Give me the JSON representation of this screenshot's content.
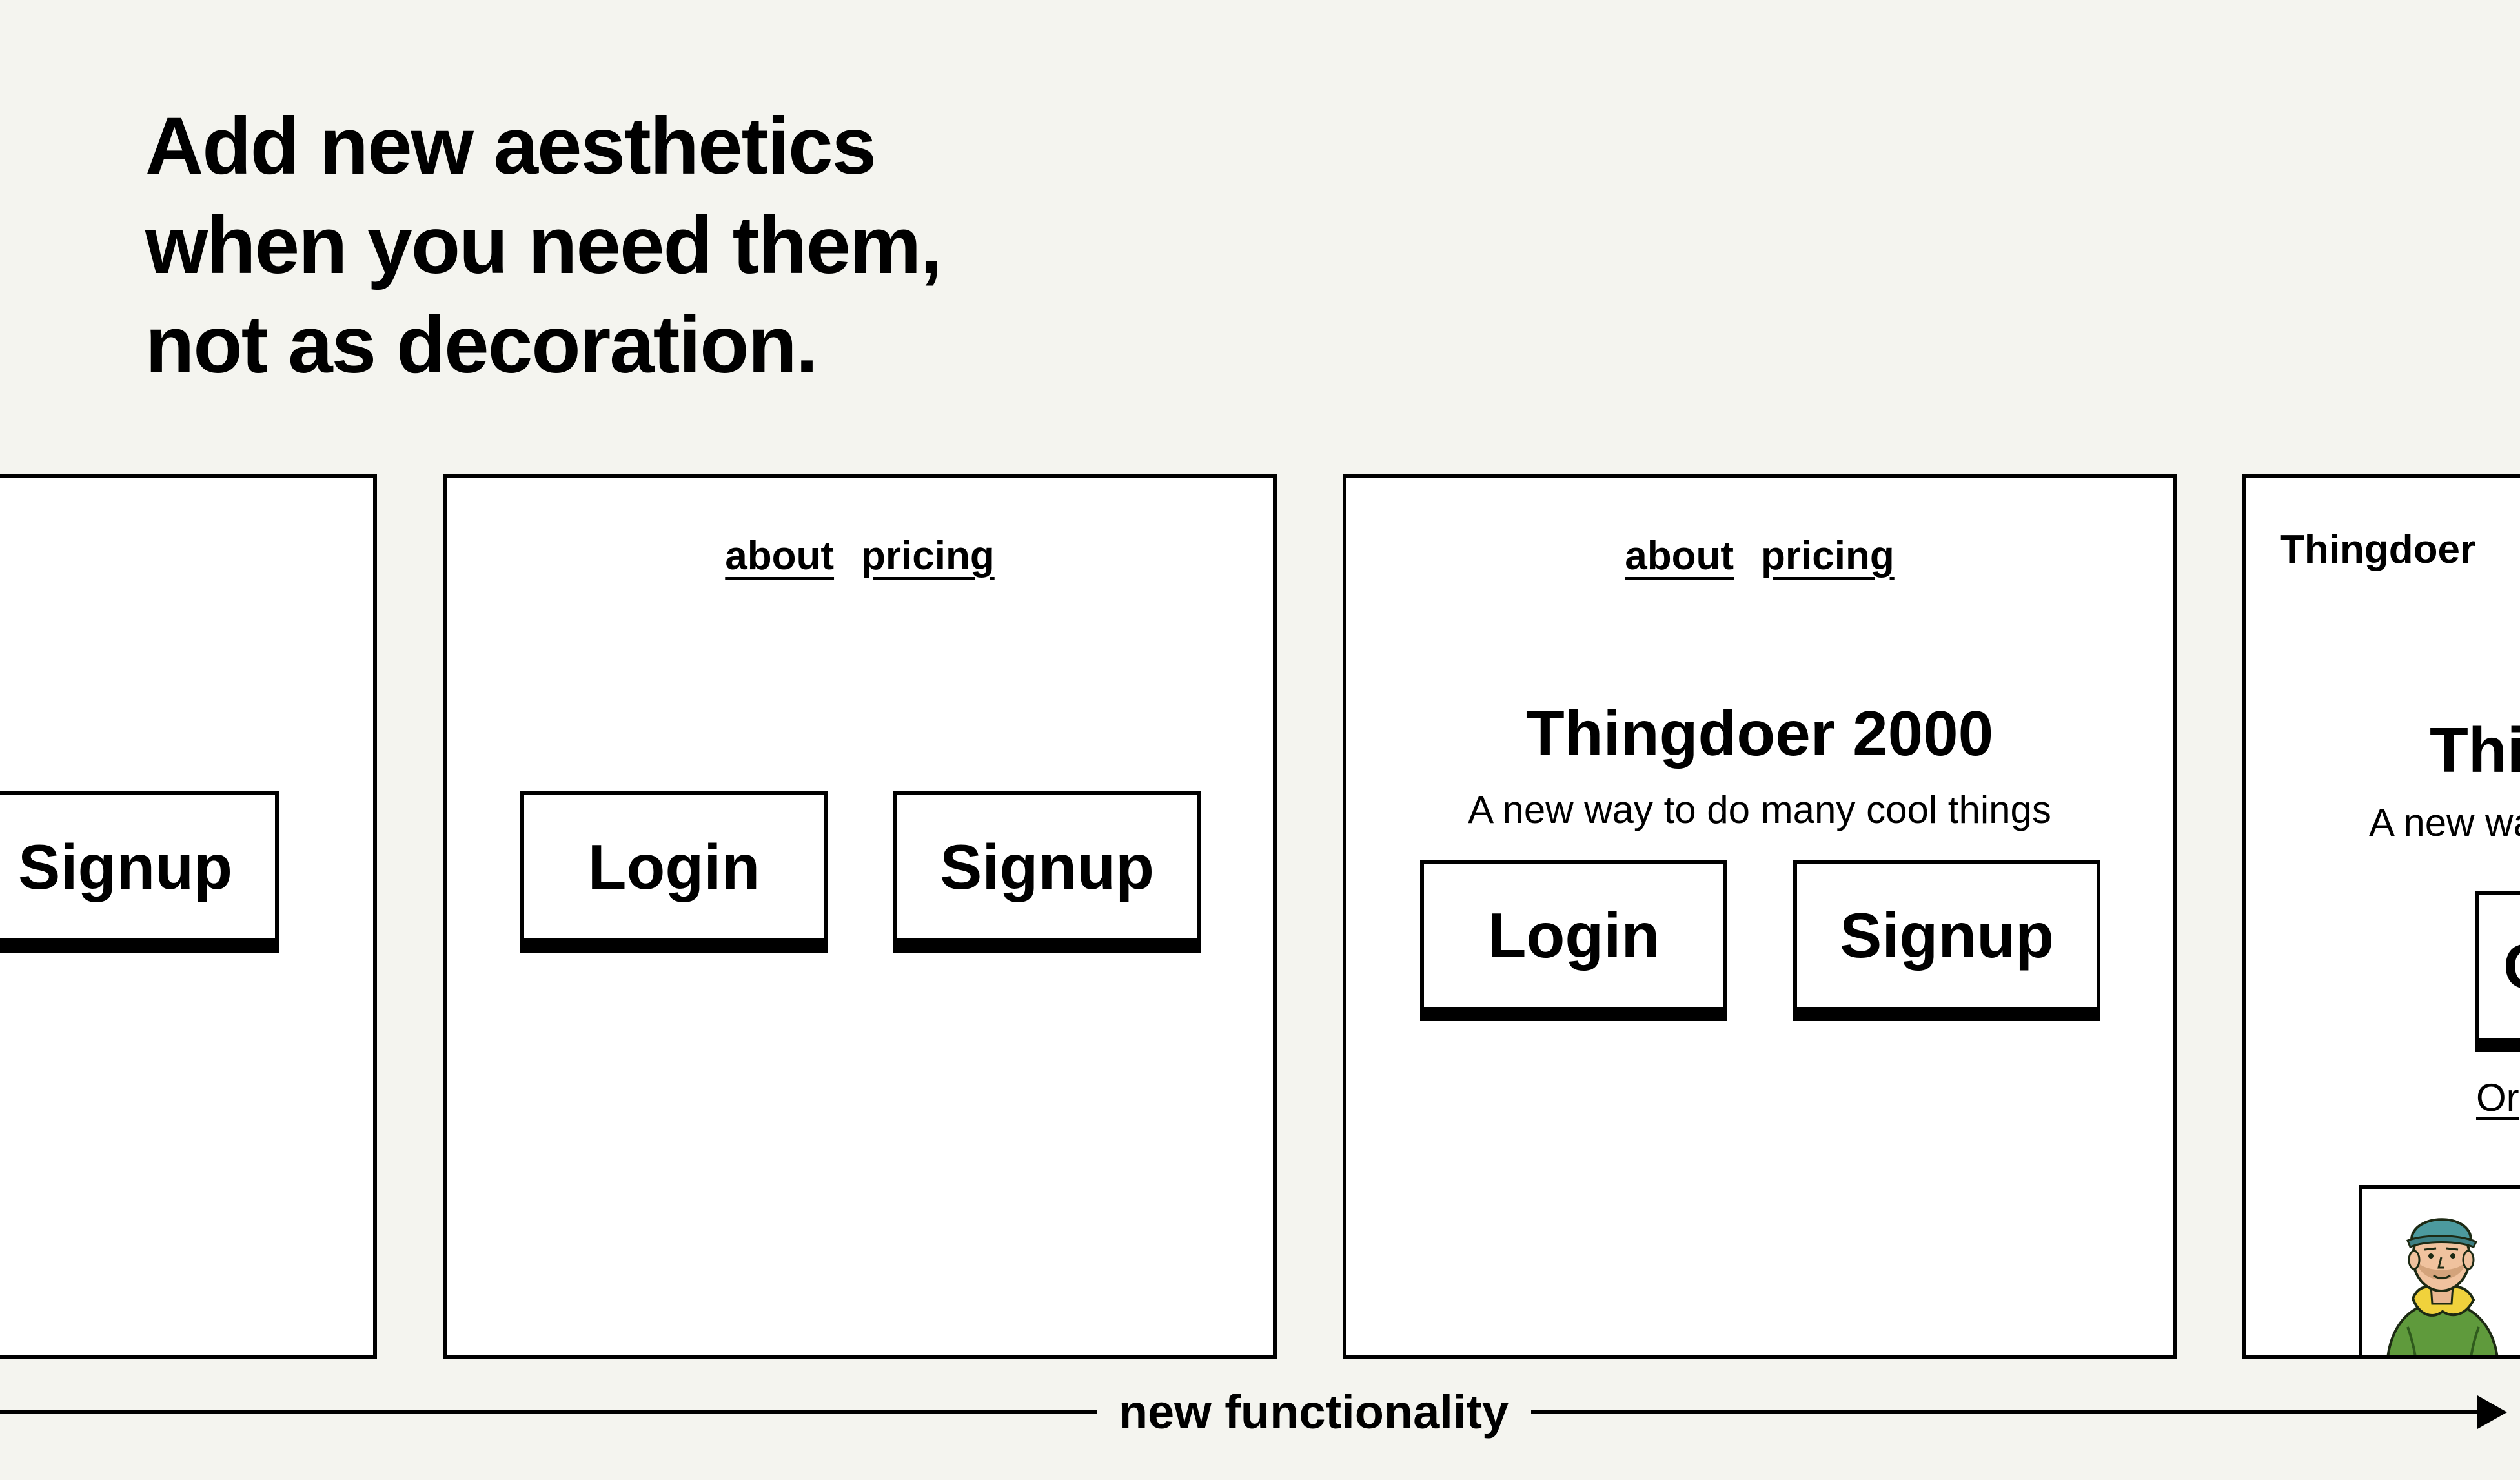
{
  "heading": {
    "line1": "Add new aesthetics",
    "line2": "when you need them,",
    "line3": "not as decoration."
  },
  "panels": [
    {
      "buttons": {
        "signup": "Signup"
      }
    },
    {
      "nav": {
        "about": "about",
        "pricing": "pricing"
      },
      "buttons": {
        "login": "Login",
        "signup": "Signup"
      }
    },
    {
      "nav": {
        "about": "about",
        "pricing": "pricing"
      },
      "title": "Thingdoer 2000",
      "subtitle": "A new way to do many cool things",
      "buttons": {
        "login": "Login",
        "signup": "Signup"
      }
    },
    {
      "brand": "Thingdoer",
      "title_partial": "Thi",
      "subtitle_partial": "A new wa",
      "button_partial": "C",
      "link_partial": "Or"
    }
  ],
  "axis": {
    "label": "new functionality"
  },
  "colors": {
    "background": "#f4f4ef",
    "panel": "#ffffff",
    "ink": "#000000"
  }
}
